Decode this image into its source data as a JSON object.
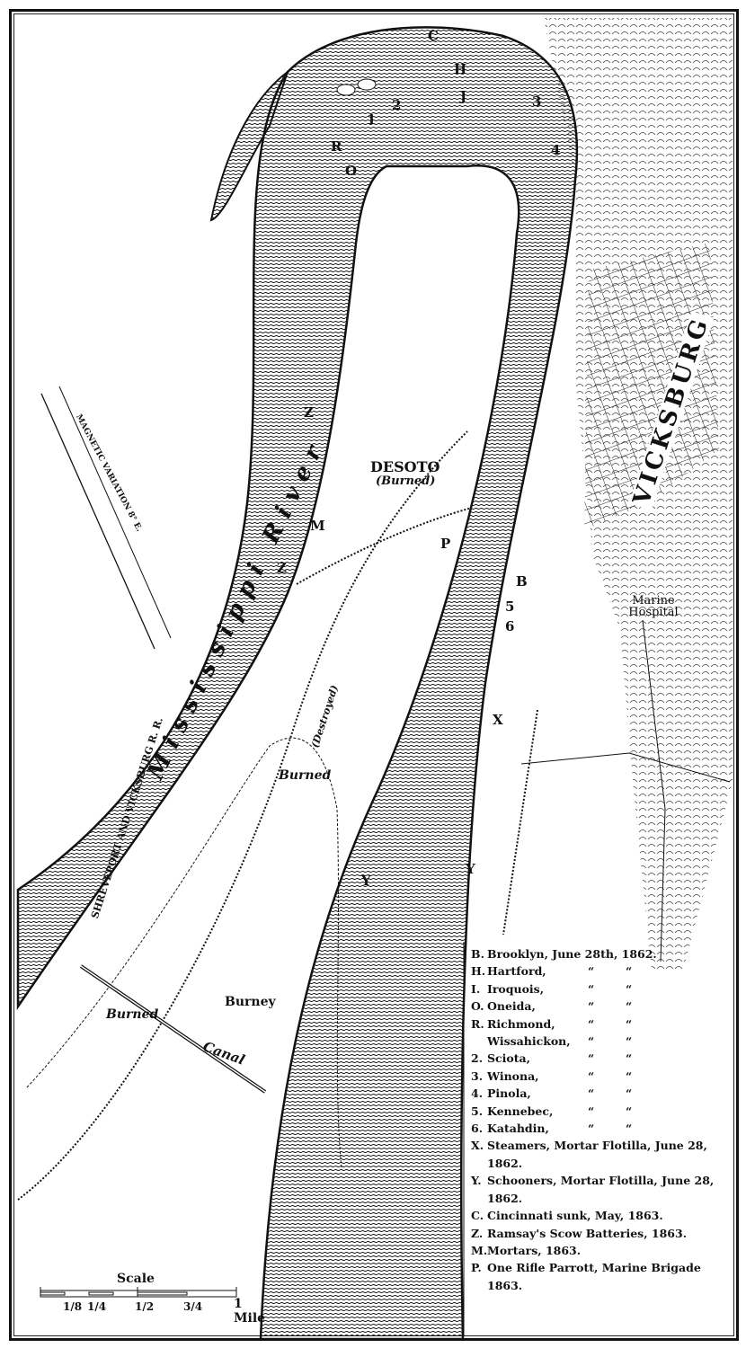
{
  "map": {
    "river_name": "Mississippi River",
    "city": "VICKSBURG",
    "labels": {
      "desoto": "DESOTO",
      "desoto_note": "(Burned)",
      "burned_1": "Burned",
      "burned_2": "Burned",
      "burney": "Burney",
      "canal": "Canal",
      "railroad": "SHREVEPORT AND VICKSBURG R. R.",
      "railroad_note": "(Destroyed)",
      "marine_hospital": "Marine Hospital",
      "magnetic_variation": "MAGNETIC VARIATION 8° E."
    },
    "markers": [
      "C",
      "H",
      "J",
      "1",
      "2",
      "3",
      "4",
      "R",
      "O",
      "Z",
      "M",
      "Z",
      "P",
      "B",
      "5",
      "6",
      "X",
      "Y",
      "Y"
    ]
  },
  "legend": [
    {
      "key": "B.",
      "name": "Brooklyn, June 28th, 1862."
    },
    {
      "key": "H.",
      "name": "Hartford,",
      "ditto": "“        “"
    },
    {
      "key": "I.",
      "name": "Iroquois,",
      "ditto": "“        “"
    },
    {
      "key": "O.",
      "name": "Oneida,",
      "ditto": "“        “"
    },
    {
      "key": "R.",
      "name": "Richmond,",
      "ditto": "“        “"
    },
    {
      "key": "",
      "name": "Wissahickon,",
      "ditto": "“        “"
    },
    {
      "key": "2.",
      "name": "Sciota,",
      "ditto": "“        “"
    },
    {
      "key": "3.",
      "name": "Winona,",
      "ditto": "“        “"
    },
    {
      "key": "4.",
      "name": "Pinola,",
      "ditto": "“        “"
    },
    {
      "key": "5.",
      "name": "Kennebec,",
      "ditto": "“        “"
    },
    {
      "key": "6.",
      "name": "Katahdin,",
      "ditto": "“        “"
    },
    {
      "key": "X.",
      "name": "Steamers, Mortar Flotilla, June 28, 1862."
    },
    {
      "key": "Y.",
      "name": "Schooners, Mortar Flotilla, June 28, 1862."
    },
    {
      "key": "C.",
      "name": "Cincinnati sunk, May, 1863."
    },
    {
      "key": "Z.",
      "name": "Ramsay's Scow Batteries, 1863."
    },
    {
      "key": "M.",
      "name": "Mortars, 1863."
    },
    {
      "key": "P.",
      "name": "One Rifle Parrott, Marine Brigade 1863."
    }
  ],
  "scale": {
    "title": "Scale",
    "ticks": [
      "1/8",
      "1/4",
      "1/2",
      "3/4",
      "1 Mile"
    ]
  }
}
